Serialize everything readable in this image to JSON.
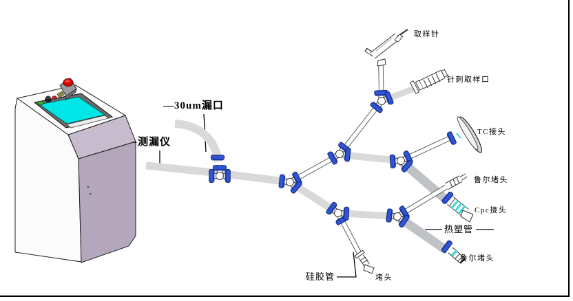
{
  "labels": {
    "leak_port": "—30um漏口",
    "leak_detector": "-测漏仪",
    "sampling_needle": "取样针",
    "needle_sampling_port": "针刺取样口",
    "tc_connector": "TC接头",
    "luer_plug_upper": "鲁尔堵头",
    "cpc_connector": "Cpc接头",
    "thermoplastic_tube": "热塑管",
    "luer_plug_lower": "鲁尔堵头",
    "silicone_tube": "硅胶管",
    "end_plug": "堵头"
  },
  "machine": {
    "screen_color": "#00e5e5",
    "body_side_color": "#b4a7bc",
    "console_band_color": "#c6bccd",
    "body_front_color": "#fbfbfb",
    "estop_color": "#dd0505",
    "green_button_color": "#2db52d",
    "small_red_button_color": "#cf1f1f"
  },
  "colors": {
    "tube_gray": "#d9d9d9",
    "thermoplastic_gray": "#bfc2c6",
    "clamp_blue": "#2f55d4",
    "connector_teal": "#3fd6d6",
    "frame_border": "#000000"
  }
}
